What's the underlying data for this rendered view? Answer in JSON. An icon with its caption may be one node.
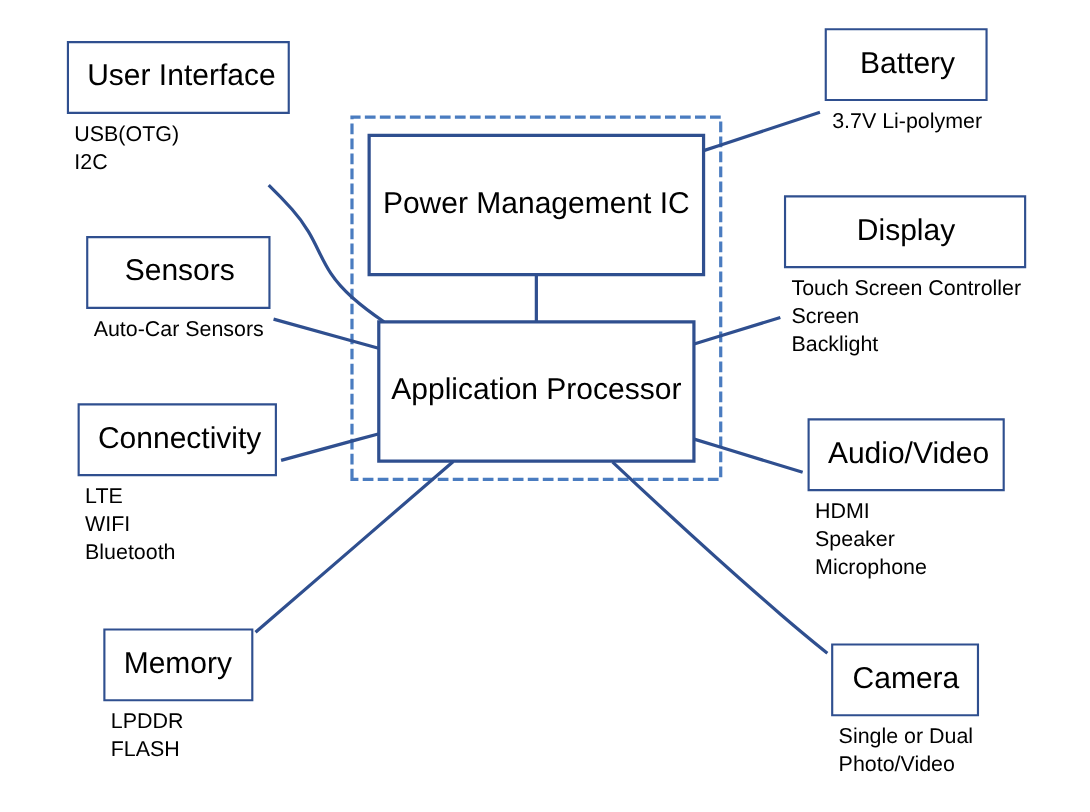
{
  "diagram": {
    "nodes": [
      {
        "text": [
          "User Interface"
        ],
        "beside": [
          "USB(OTG)",
          "I2C"
        ]
      },
      {
        "text": [
          "Sensors"
        ],
        "beside": [
          "Auto-Car Sensors"
        ]
      },
      {
        "text": [],
        "shape": "box"
      },
      {
        "text": [
          "Application Processor"
        ],
        "in": 2
      },
      {
        "text": [
          "Power Management IC"
        ],
        "in": 2
      },
      {
        "text": [
          "Display"
        ],
        "beside": [
          "Touch Screen Controller",
          "Screen",
          "Backlight"
        ]
      },
      {
        "text": [
          "Connectivity"
        ],
        "beside": [
          "LTE",
          "WIFI",
          "Bluetooth"
        ]
      },
      {
        "text": [
          "Audio/Video"
        ],
        "beside": [
          "HDMI",
          "Speaker",
          "Microphone"
        ]
      },
      {
        "text": [
          "Memory"
        ],
        "beside": [
          "LPDDR",
          "FLASH"
        ]
      },
      {
        "text": [
          "Camera"
        ],
        "beside": [
          "Single or Dual",
          "Photo/Video"
        ]
      },
      {
        "text": [
          "Battery"
        ],
        "beside": [
          "3.7V Li-polymer"
        ]
      }
    ],
    "edges": [
      {
        "from": 0,
        "to": 3,
        "arrow": "none"
      },
      {
        "from": 1,
        "to": 3,
        "arrow": "none"
      },
      {
        "from": 6,
        "to": 3,
        "arrow": "none"
      },
      {
        "from": 8,
        "to": 3,
        "arrow": "none"
      },
      {
        "from": 3,
        "to": 5,
        "arrow": "none"
      },
      {
        "from": 3,
        "to": 7,
        "arrow": "none"
      },
      {
        "from": 3,
        "to": 9,
        "arrow": "none"
      },
      {
        "from": 3,
        "to": 4,
        "arrow": "none"
      },
      {
        "from": 4,
        "to": 10,
        "arrow": "none"
      }
    ]
  }
}
